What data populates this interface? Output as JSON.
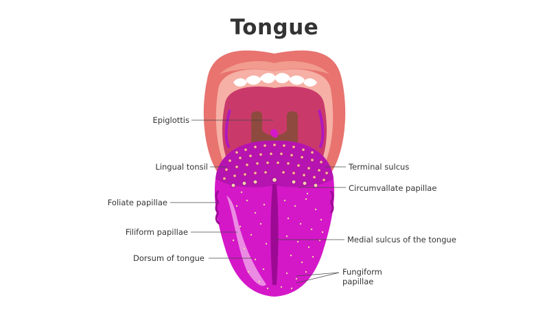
{
  "title": "Tongue",
  "labels": {
    "epiglottis": "Epiglottis",
    "lingual_tonsil": "Lingual tonsil",
    "foliate_papillae": "Foliate papillae",
    "filiform_papillae": "Filiform papillae",
    "dorsum_of_tongue": "Dorsum of tongue",
    "terminal_sulcus": "Terminal sulcus",
    "circumvallate_papillae": "Circumvallate papillae",
    "medial_sulcus": "Medial sulcus of the tongue",
    "fungiform_line1": "Fungiform",
    "fungiform_line2": "papillae"
  },
  "colors": {
    "lip": "#E8736F",
    "lip_dark": "#D5605C",
    "mouth_inner": "#C93A6A",
    "tongue": "#D418C8",
    "tongue_dark": "#A8099E",
    "tongue_light": "#EFA0E8",
    "teeth": "#FFFFFF",
    "leader_line": "#444444"
  }
}
